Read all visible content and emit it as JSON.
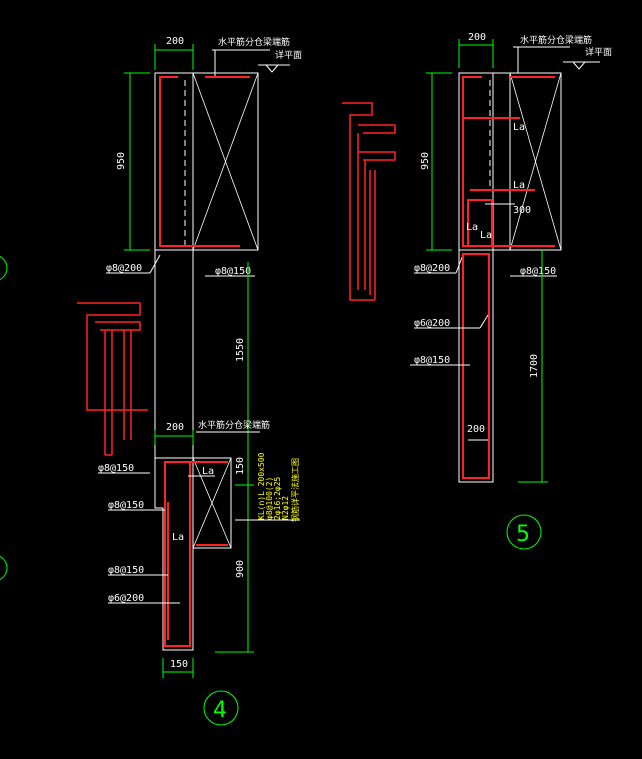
{
  "colors": {
    "background": "#000000",
    "outline": "#ffffff",
    "rebar": "#ff2222",
    "dimension": "#00ff00",
    "note": "#ffff00"
  },
  "detail5": {
    "dim_top": "200",
    "note_top": "水平筋分仓梁端筋",
    "elev_mark": "详平面",
    "dim_height_beam": "950",
    "dim_height_col": "1700",
    "dim_bottom": "200",
    "dim_300": "300",
    "la_1": "La",
    "la_2": "La",
    "la_3": "La",
    "la_4": "La",
    "label_left_rebar": "φ8@200",
    "label_right_rebar": "φ8@150",
    "label_stirrup_1": "φ6@200",
    "label_stirrup_2": "φ8@150",
    "detail_number": "5"
  },
  "detail4": {
    "dim_top": "200",
    "note_top": "水平筋分仓梁端筋",
    "elev_mark": "详平面",
    "dim_height_beam": "950",
    "dim_height_mid": "1550",
    "dim_mid_top": "200",
    "note_mid": "水平筋分仓梁端筋",
    "dim_150": "150",
    "dim_900": "900",
    "dim_bottom": "150",
    "la_1": "La",
    "la_2": "La",
    "label_left_rebar": "φ8@200",
    "label_right_rebar": "φ8@150",
    "label_a": "φ8@150",
    "label_b": "φ8@150",
    "label_c": "φ8@150",
    "label_d": "φ6@200",
    "yellow_note": [
      "KL(n)L 200x500",
      "φ8@100(2)",
      "2φ16;2φ25",
      "N2φ12",
      "钢筋详平法施工图"
    ],
    "detail_number": "4"
  }
}
